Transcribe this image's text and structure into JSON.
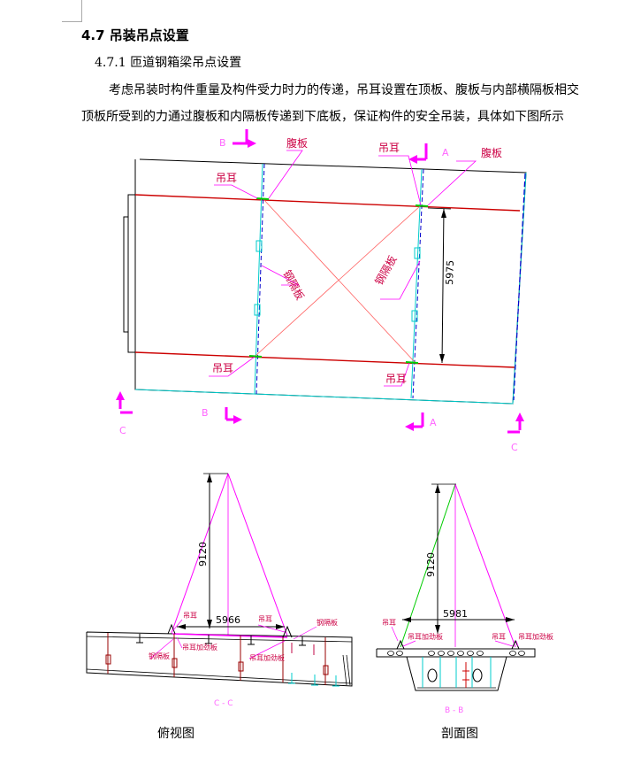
{
  "heading": "4.7 吊装吊点设置",
  "subheading": "4.7.1 匝道钢箱梁吊点设置",
  "paragraph_line1": "考虑吊装时构件重量及构件受力时力的传递，吊耳设置在顶板、腹板与内部横隔板相交",
  "paragraph_line2": "顶板所受到的力通过腹板和内隔板传递到下底板，保证构件的安全吊装，具体如下图所示",
  "plan": {
    "label_web": "腹板",
    "label_lug": "吊耳",
    "label_diaphragm": "钢隔板",
    "section_b": "B",
    "section_a": "A",
    "section_c": "C",
    "dim_width": "5975"
  },
  "side": {
    "dim_height": "9120",
    "dim_span": "5966",
    "label_lug": "吊耳",
    "label_diaphragm": "钢隔板",
    "label_stiffener": "吊耳加劲板",
    "section_title": "C - C"
  },
  "section": {
    "dim_height": "9120",
    "dim_span": "5981",
    "label_lug": "吊耳",
    "label_stiffener": "吊耳加劲板",
    "section_title": "B - B"
  },
  "captions": {
    "left": "俯视图",
    "right": "剖面图"
  },
  "colors": {
    "pink": "#ff00ff",
    "red": "#cc0000",
    "cyan": "#00cccc",
    "blue": "#0000cc",
    "green": "#00cc00",
    "salmon": "#ff6060"
  }
}
